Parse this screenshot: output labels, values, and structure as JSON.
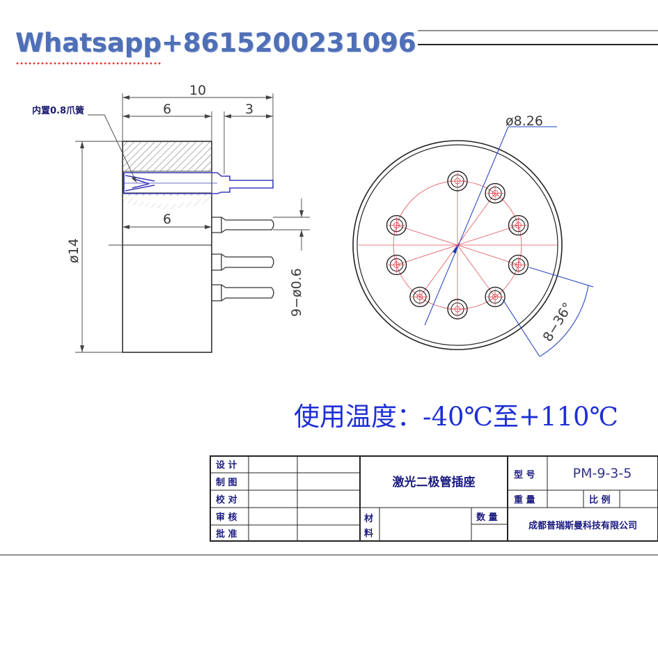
{
  "watermark": "Whatsapp+8615200231096",
  "labels": {
    "spring": "内置0.8爪簧",
    "dim_10": "10",
    "dim_6_top": "6",
    "dim_3": "3",
    "dim_6_bottom": "6",
    "dim_d14": "ø14",
    "dim_pins": "9−ø0.6",
    "dim_d826": "ø8.26",
    "dim_angle": "8−36°"
  },
  "temperature": "使用温度：-40℃至+110℃",
  "title_block": {
    "rows": [
      "设 计",
      "制 图",
      "校 对",
      "审 核",
      "批 准"
    ],
    "title": "激光二极管插座",
    "material_1": "材",
    "material_2": "料",
    "model_label": "型 号",
    "model_value": "PM-9-3-5",
    "weight_label": "重 量",
    "scale_label": "比 例",
    "quantity_label": "数 量",
    "company": "成都普瑞斯曼科技有限公司"
  },
  "colors": {
    "line": "#1a1a1a",
    "hatch": "#6b6b6b",
    "construction": "#e0525a",
    "spring": "#3b3bb8",
    "title_text": "#1a1a80",
    "temp_text": "#1e2fd6",
    "watermark": "#4f6fb6"
  }
}
